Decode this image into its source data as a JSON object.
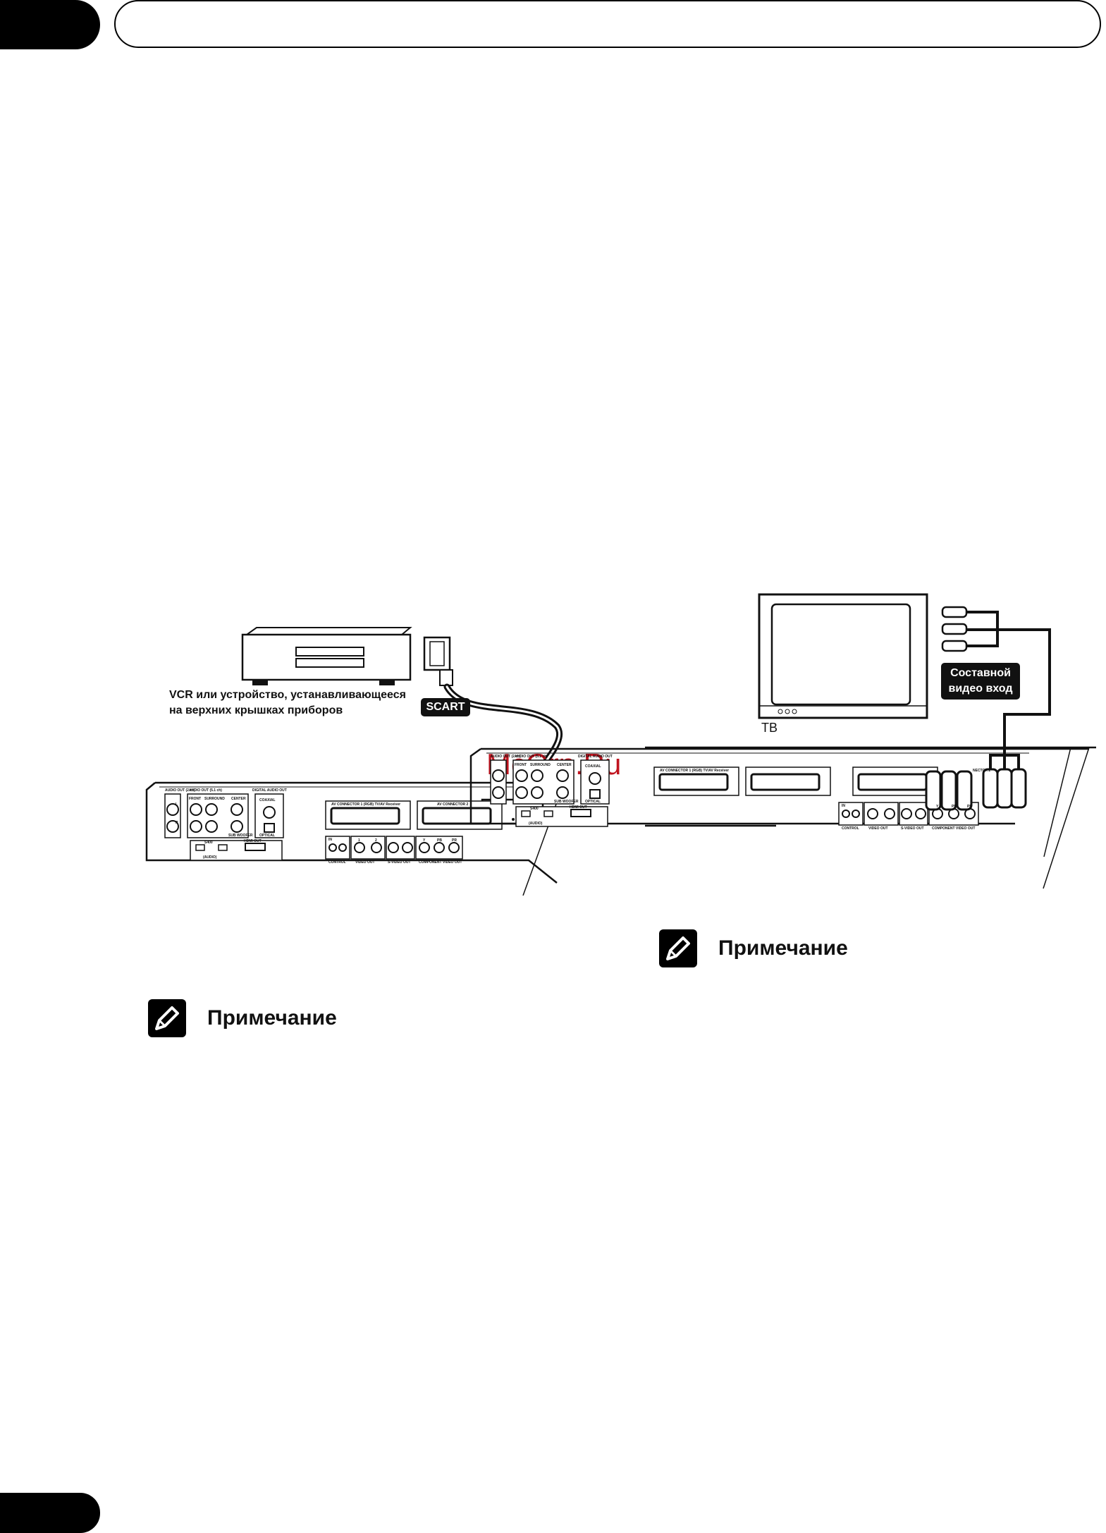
{
  "left_diagram": {
    "device_caption_line1": "VCR или устройство, устанавливающееся",
    "device_caption_line2": "на верхних крышках приборов",
    "cable_label": "SCART"
  },
  "right_diagram": {
    "input_label_line1": "Составной",
    "input_label_line2": "видео вход",
    "tv_label": "ТВ"
  },
  "panel_labels": {
    "audio_out_2ch": "AUDIO OUT (2 ch)",
    "audio_out_51ch": "AUDIO OUT (5.1 ch)",
    "digital_audio_out": "DIGITAL AUDIO OUT",
    "front": "FRONT",
    "surround": "SURROUND",
    "center": "CENTER",
    "subwoofer": "SUB WOOFER",
    "coaxial": "COAXIAL",
    "optical": "OPTICAL",
    "s400": "S400",
    "audio": "(AUDIO)",
    "hdmi_out": "HDMI OUT",
    "av_connector_1": "AV CONNECTOR 1 (RGB) TV/AV Receiver",
    "av_connector_2": "AV CONNECTOR 2",
    "av_connector_2_partial": "NECTOR 2",
    "in": "IN",
    "control": "CONTROL",
    "video_out": "VIDEO OUT",
    "s_video_out": "S-VIDEO OUT",
    "component_video_out": "COMPONENT VIDEO OUT",
    "l": "L",
    "r": "R",
    "one": "1",
    "two": "2",
    "y": "Y",
    "pb": "PB",
    "pr": "PR"
  },
  "notes": {
    "left_title": "Примечание",
    "right_title": "Примечание"
  },
  "watermark": "McGrp.Ru",
  "colors": {
    "ink": "#111111",
    "watermark": "#c0141f",
    "paper": "#ffffff"
  }
}
